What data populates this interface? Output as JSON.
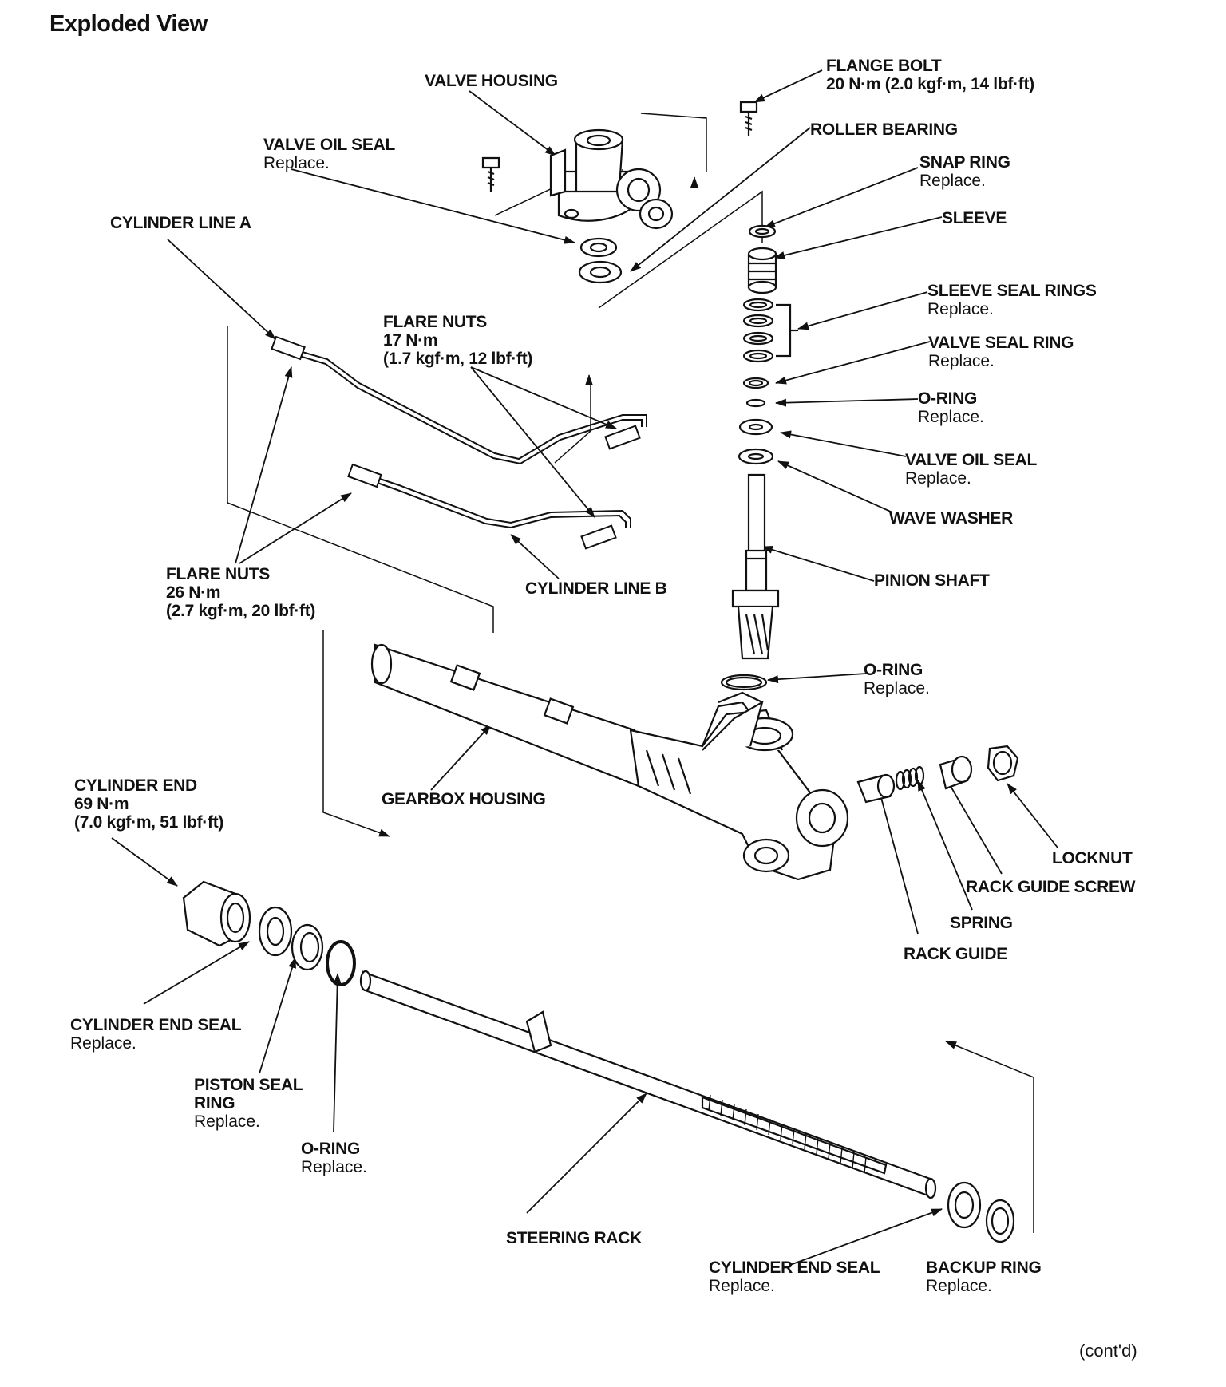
{
  "title": "Exploded View",
  "footer": "(cont'd)",
  "labels": {
    "valve_housing": {
      "line1": "VALVE HOUSING"
    },
    "flange_bolt": {
      "line1": "FLANGE BOLT",
      "line2": "20 N·m (2.0 kgf·m, 14 lbf·ft)"
    },
    "roller_bearing": {
      "line1": "ROLLER BEARING"
    },
    "valve_oil_seal_top": {
      "line1": "VALVE OIL SEAL",
      "line2": "Replace."
    },
    "snap_ring": {
      "line1": "SNAP RING",
      "line2": "Replace."
    },
    "sleeve": {
      "line1": "SLEEVE"
    },
    "cylinder_line_a": {
      "line1": "CYLINDER LINE A"
    },
    "sleeve_seal_rings": {
      "line1": "SLEEVE SEAL RINGS",
      "line2": "Replace."
    },
    "flare_nuts_17": {
      "line1": "FLARE NUTS",
      "line2": "17 N·m",
      "line3": "(1.7 kgf·m, 12 lbf·ft)"
    },
    "valve_seal_ring": {
      "line1": "VALVE SEAL RING",
      "line2": "Replace."
    },
    "o_ring_upper": {
      "line1": "O-RING",
      "line2": "Replace."
    },
    "valve_oil_seal_lower": {
      "line1": "VALVE OIL SEAL",
      "line2": "Replace."
    },
    "wave_washer": {
      "line1": "WAVE WASHER"
    },
    "pinion_shaft": {
      "line1": "PINION SHAFT"
    },
    "flare_nuts_26": {
      "line1": "FLARE NUTS",
      "line2": "26 N·m",
      "line3": "(2.7 kgf·m, 20 lbf·ft)"
    },
    "cylinder_line_b": {
      "line1": "CYLINDER LINE B"
    },
    "o_ring_mid": {
      "line1": "O-RING",
      "line2": "Replace."
    },
    "cylinder_end": {
      "line1": "CYLINDER END",
      "line2": "69 N·m",
      "line3": "(7.0 kgf·m,  51 lbf·ft)"
    },
    "gearbox_housing": {
      "line1": "GEARBOX HOUSING"
    },
    "locknut": {
      "line1": "LOCKNUT"
    },
    "rack_guide_screw": {
      "line1": "RACK GUIDE SCREW"
    },
    "spring": {
      "line1": "SPRING"
    },
    "rack_guide": {
      "line1": "RACK GUIDE"
    },
    "cylinder_end_seal_left": {
      "line1": "CYLINDER END SEAL",
      "line2": "Replace."
    },
    "piston_seal_ring": {
      "line1": "PISTON SEAL",
      "line2": "RING",
      "line3": "Replace."
    },
    "o_ring_lower": {
      "line1": "O-RING",
      "line2": "Replace."
    },
    "steering_rack": {
      "line1": "STEERING RACK"
    },
    "cylinder_end_seal_right": {
      "line1": "CYLINDER END SEAL",
      "line2": "Replace."
    },
    "backup_ring": {
      "line1": "BACKUP RING",
      "line2": "Replace."
    }
  }
}
